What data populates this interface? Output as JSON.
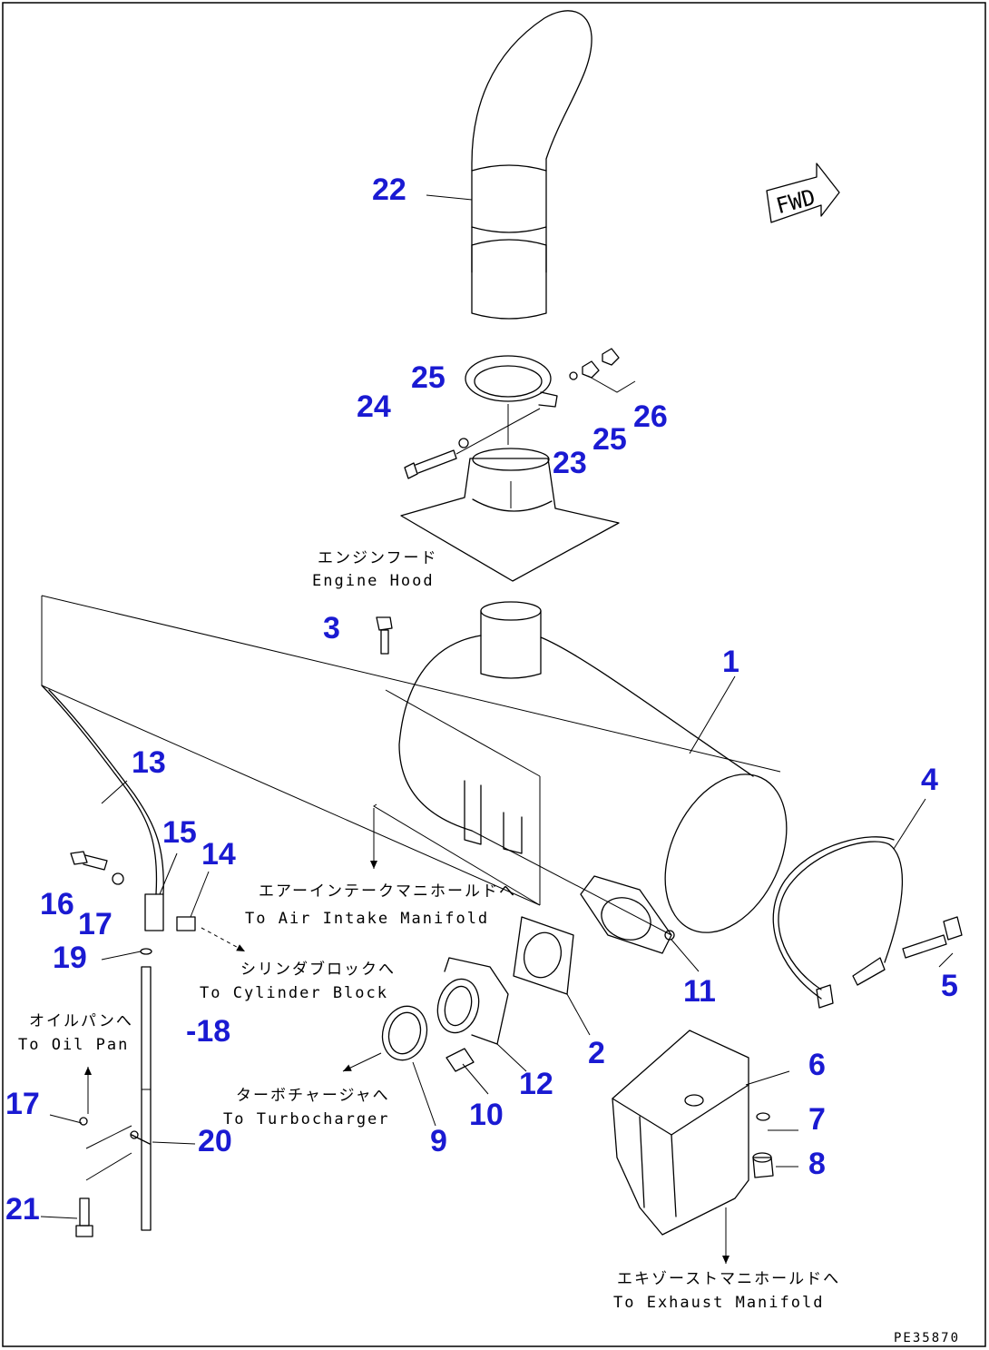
{
  "drawing_code": "PE35870",
  "forward_marker": "FWD",
  "callouts": {
    "c1": "1",
    "c2": "2",
    "c3": "3",
    "c4": "4",
    "c5": "5",
    "c6": "6",
    "c7": "7",
    "c8": "8",
    "c9": "9",
    "c10": "10",
    "c11": "11",
    "c12": "12",
    "c13": "13",
    "c14": "14",
    "c15": "15",
    "c16": "16",
    "c17a": "17",
    "c17b": "17",
    "c18": "-18",
    "c19": "19",
    "c20": "20",
    "c21": "21",
    "c22": "22",
    "c23": "23",
    "c24": "24",
    "c25a": "25",
    "c25b": "25",
    "c26": "26"
  },
  "notes": {
    "engine_hood_jp": "エンジンフード",
    "engine_hood_en": "Engine Hood",
    "air_intake_jp": "エアーインテークマニホールドへ",
    "air_intake_en": "To Air Intake Manifold",
    "cylinder_block_jp": "シリンダブロックへ",
    "cylinder_block_en": "To Cylinder Block",
    "oil_pan_jp": "オイルパンへ",
    "oil_pan_en": "To Oil Pan",
    "turbo_jp": "ターボチャージャへ",
    "turbo_en": "To Turbocharger",
    "exhaust_jp": "エキゾーストマニホールドへ",
    "exhaust_en": "To Exhaust Manifold"
  }
}
